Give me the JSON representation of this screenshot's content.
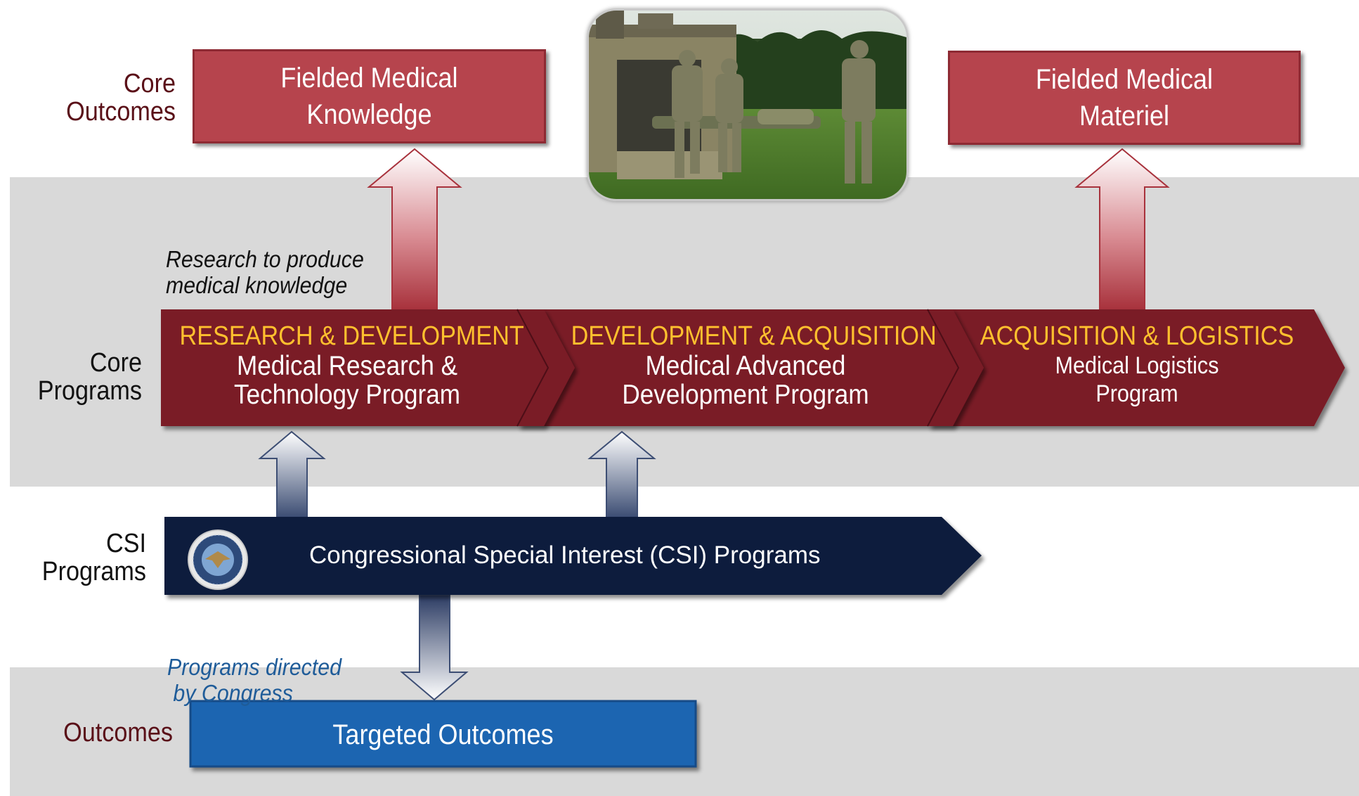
{
  "row_labels": {
    "core_outcomes": [
      "Core",
      "Outcomes"
    ],
    "core_programs": [
      "Core",
      "Programs"
    ],
    "csi_programs": [
      "CSI",
      "Programs"
    ],
    "outcomes": "Outcomes"
  },
  "core_outcomes": {
    "knowledge": [
      "Fielded Medical",
      "Knowledge"
    ],
    "materiel": [
      "Fielded Medical",
      "Materiel"
    ]
  },
  "annotations": {
    "research_note": [
      "Research to produce",
      "medical knowledge"
    ],
    "congress_note": [
      "Programs directed",
      " by Congress"
    ]
  },
  "core_programs": [
    {
      "heading": "RESEARCH & DEVELOPMENT",
      "name": [
        "Medical Research &",
        "Technology Program"
      ]
    },
    {
      "heading": "DEVELOPMENT & ACQUISITION",
      "name": [
        "Medical Advanced",
        "Development Program"
      ]
    },
    {
      "heading": "ACQUISITION & LOGISTICS",
      "name": [
        "Medical Logistics",
        "Program"
      ]
    }
  ],
  "csi_bar": {
    "label": "Congressional Special Interest (CSI) Programs"
  },
  "targeted_outcomes": {
    "label": "Targeted Outcomes"
  },
  "colors": {
    "band": "#d9d9d9",
    "maroon_chevron": "#7a1a26",
    "outcome_red": "#b6444d",
    "heading_gold": "#ffc02e",
    "csi_navy": "#0e1b3c",
    "targeted_blue": "#1f65b1",
    "note_blue": "#1f5c99"
  }
}
